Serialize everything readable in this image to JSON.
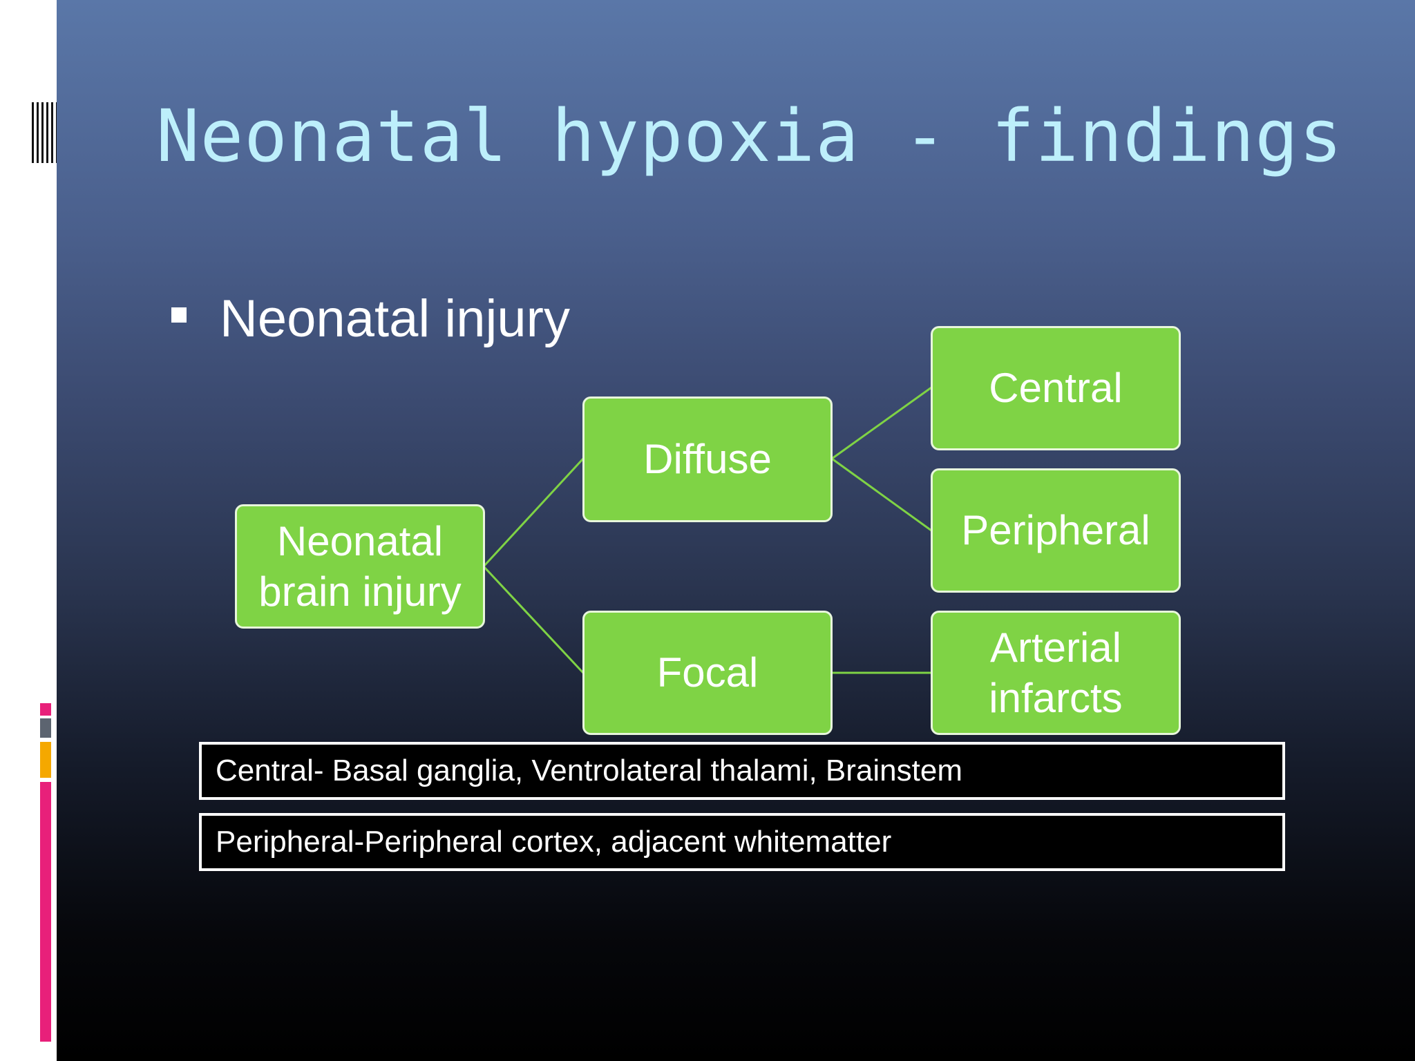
{
  "slide": {
    "title": "Neonatal hypoxia - findings",
    "bullet": "Neonatal injury"
  },
  "diagram": {
    "root": {
      "line1": "Neonatal",
      "line2": "brain injury"
    },
    "diffuse": "Diffuse",
    "focal": "Focal",
    "central": "Central",
    "peripheral": "Peripheral",
    "arterial": {
      "line1": "Arterial",
      "line2": "infarcts"
    }
  },
  "notes": {
    "central": "Central- Basal ganglia, Ventrolateral thalami, Brainstem",
    "peripheral": "Peripheral-Peripheral cortex, adjacent whitematter"
  },
  "colors": {
    "node_fill": "#7fd345",
    "connector": "#7fd345",
    "title": "#bdeffb",
    "accent_pink": "#e8207a",
    "accent_orange": "#f5a800"
  }
}
